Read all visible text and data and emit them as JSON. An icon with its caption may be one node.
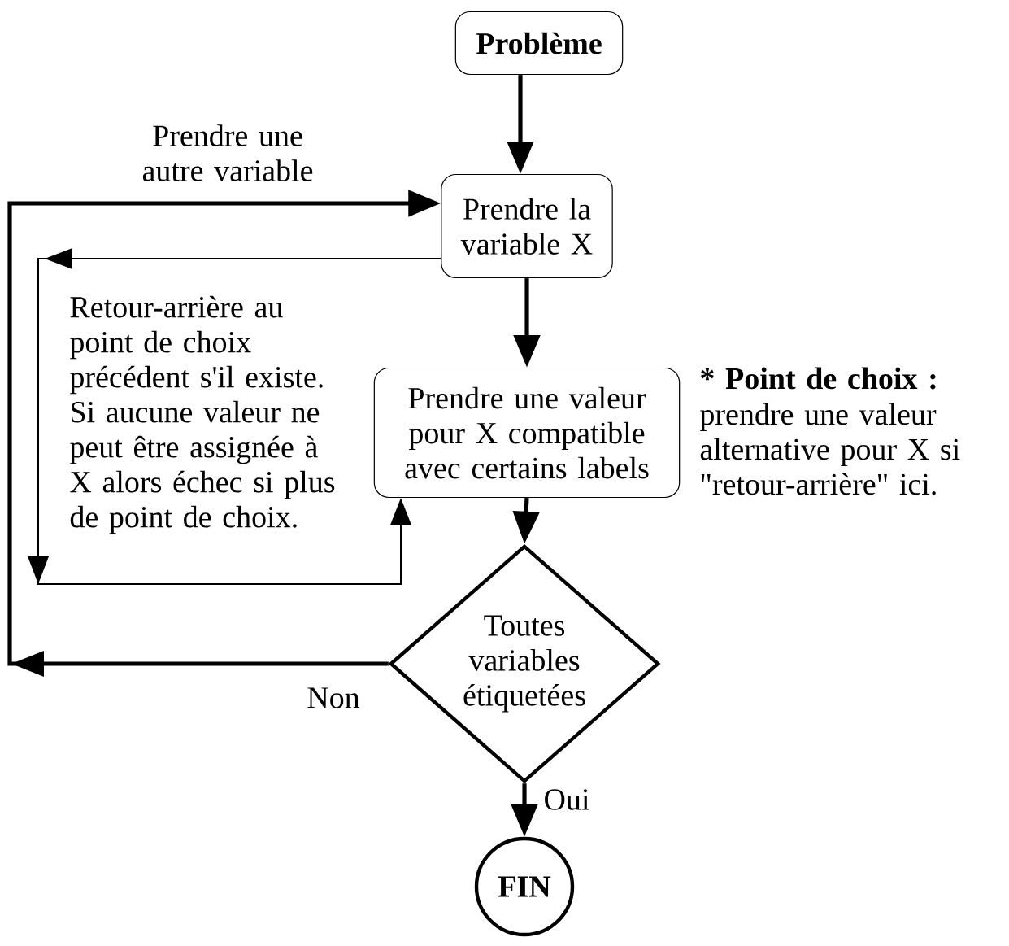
{
  "diagram": {
    "nodes": [
      {
        "text": [
          "Problème"
        ]
      },
      {
        "text": [
          "Prendre la variable X"
        ]
      },
      {
        "text": [
          "Prendre une valeur pour X compatible avec certains labels"
        ]
      },
      {
        "text": [
          "Toutes variables étiquetées"
        ]
      },
      {
        "text": [
          "FIN"
        ]
      }
    ],
    "edges": [
      {
        "from": 0,
        "to": 1,
        "arrow": "to"
      },
      {
        "from": 1,
        "to": 2,
        "arrow": "to"
      },
      {
        "from": 2,
        "to": 3,
        "arrow": "to"
      },
      {
        "from": 3,
        "to": 4,
        "arrow": "to",
        "label": "Oui"
      },
      {
        "from": 3,
        "to": 1,
        "arrow": "to",
        "label": "Non"
      },
      {
        "from": 1,
        "to": 2,
        "arrow": "to"
      }
    ],
    "labels": [
      "Prendre une autre variable",
      "Retour-arrière au point de choix précédent s'il existe. Si aucune valeur ne peut être assignée à X alors échec si plus de point de choix.",
      "* Point de choix :",
      "prendre une valeur alternative pour X si \"retour-arrière\" ici."
    ]
  }
}
